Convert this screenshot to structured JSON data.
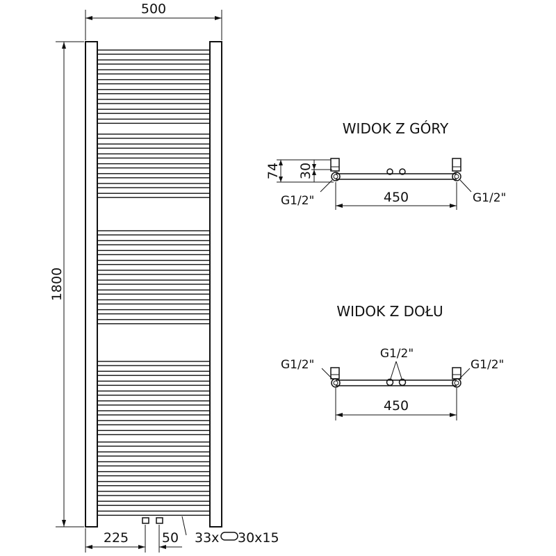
{
  "front": {
    "width_label": "500",
    "height_label": "1800",
    "offset_label": "225",
    "spacing_label": "50",
    "tubes_label": "33x",
    "tube_section_label": "30x15"
  },
  "top_view": {
    "title": "WIDOK Z GÓRY",
    "depth_label": "74",
    "offset_label": "30",
    "left_connection": "G1/2\"",
    "right_connection": "G1/2\"",
    "spacing_label": "450"
  },
  "bottom_view": {
    "title": "WIDOK Z DOŁU",
    "left_connection": "G1/2\"",
    "center_connection": "G1/2\"",
    "right_connection": "G1/2\"",
    "spacing_label": "450"
  },
  "colors": {
    "line": "#111111",
    "background": "#ffffff"
  }
}
